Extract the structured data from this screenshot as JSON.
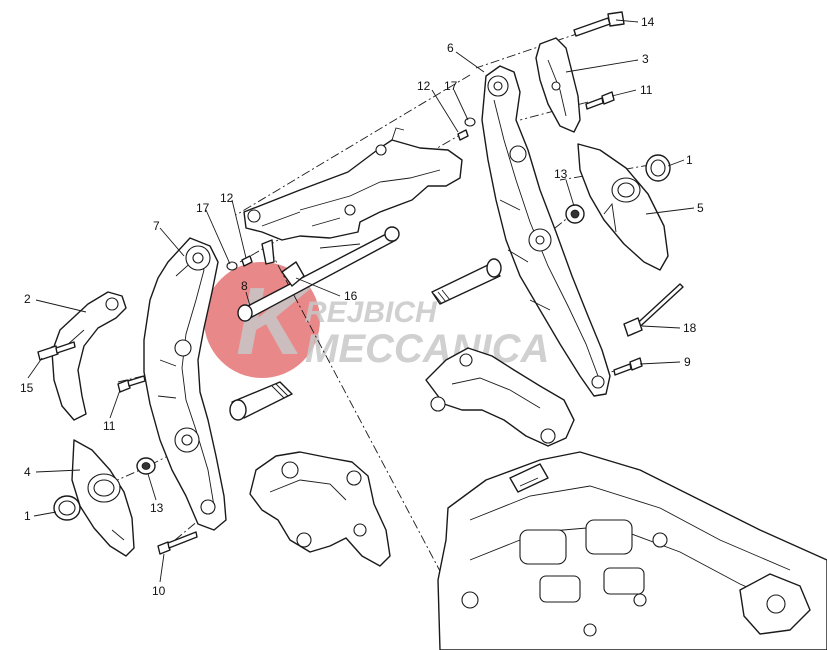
{
  "diagram": {
    "callouts": [
      {
        "id": "c14",
        "text": "14"
      },
      {
        "id": "c6",
        "text": "6"
      },
      {
        "id": "c3",
        "text": "3"
      },
      {
        "id": "c12a",
        "text": "12"
      },
      {
        "id": "c17a",
        "text": "17"
      },
      {
        "id": "c11a",
        "text": "11"
      },
      {
        "id": "c1a",
        "text": "1"
      },
      {
        "id": "c13a",
        "text": "13"
      },
      {
        "id": "c5",
        "text": "5"
      },
      {
        "id": "c7",
        "text": "7"
      },
      {
        "id": "c17b",
        "text": "17"
      },
      {
        "id": "c12b",
        "text": "12"
      },
      {
        "id": "c2",
        "text": "2"
      },
      {
        "id": "c8",
        "text": "8"
      },
      {
        "id": "c16",
        "text": "16"
      },
      {
        "id": "c18",
        "text": "18"
      },
      {
        "id": "c9",
        "text": "9"
      },
      {
        "id": "c15",
        "text": "15"
      },
      {
        "id": "c11b",
        "text": "11"
      },
      {
        "id": "c4",
        "text": "4"
      },
      {
        "id": "c13b",
        "text": "13"
      },
      {
        "id": "c1b",
        "text": "1"
      },
      {
        "id": "c10",
        "text": "10"
      }
    ]
  },
  "watermark": {
    "line1": "REJBICH",
    "line2": "MECCANICA",
    "logo_letter": "K",
    "logo_color": "#e46a6a"
  }
}
